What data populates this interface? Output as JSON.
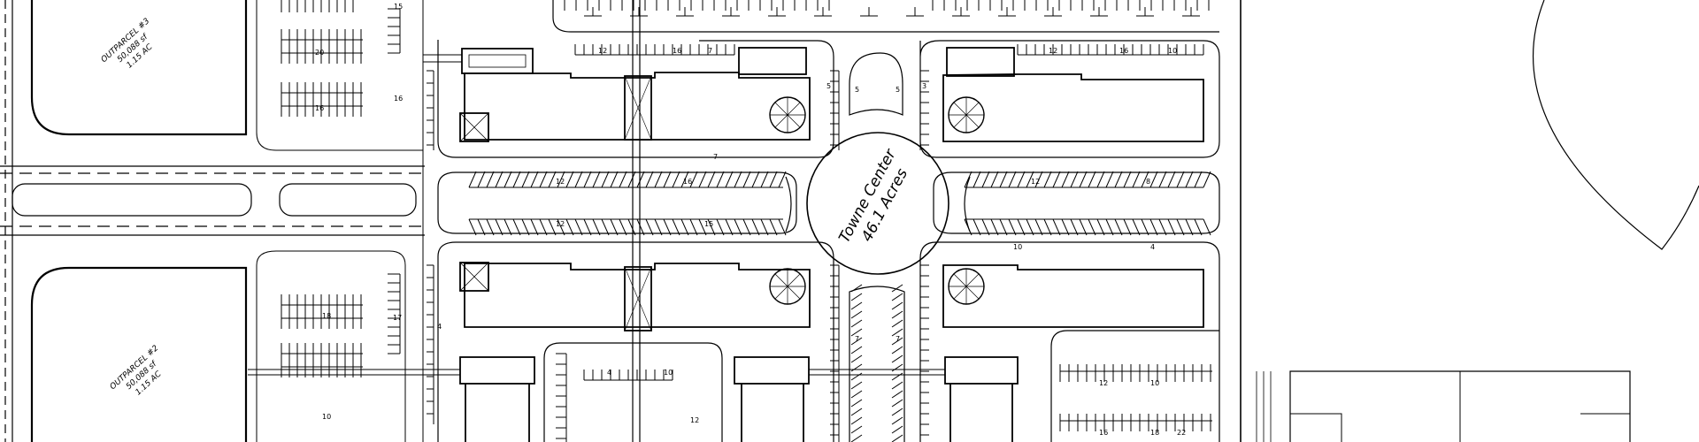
{
  "colors": {
    "background": "#ffffff",
    "ink": "#000000"
  },
  "town_center": {
    "line1": "Towne Center",
    "line2": "46.1 Acres"
  },
  "outparcels": [
    {
      "line1": "OUTPARCEL #3",
      "line2": "50,088 sf",
      "line3": "1.15 AC"
    },
    {
      "line1": "OUTPARCEL #2",
      "line2": "50,088 sf",
      "line3": "1.15 AC"
    }
  ],
  "stall_counts": {
    "west_lot": [
      "20",
      "16",
      "15",
      "16",
      "18",
      "17",
      "4",
      "10"
    ],
    "north_left": [
      "12",
      "16",
      "7"
    ],
    "north_right": [
      "12",
      "16",
      "10"
    ],
    "center_left": [
      "12",
      "16",
      "12",
      "15",
      "7"
    ],
    "center_right": [
      "12",
      "8",
      "10",
      "4"
    ],
    "south_left": [
      "4",
      "10",
      "12"
    ],
    "south_right": [
      "12",
      "10",
      "16",
      "18",
      "22"
    ],
    "plaza": [
      "5",
      "5",
      "7",
      "7",
      "5",
      "3"
    ]
  }
}
